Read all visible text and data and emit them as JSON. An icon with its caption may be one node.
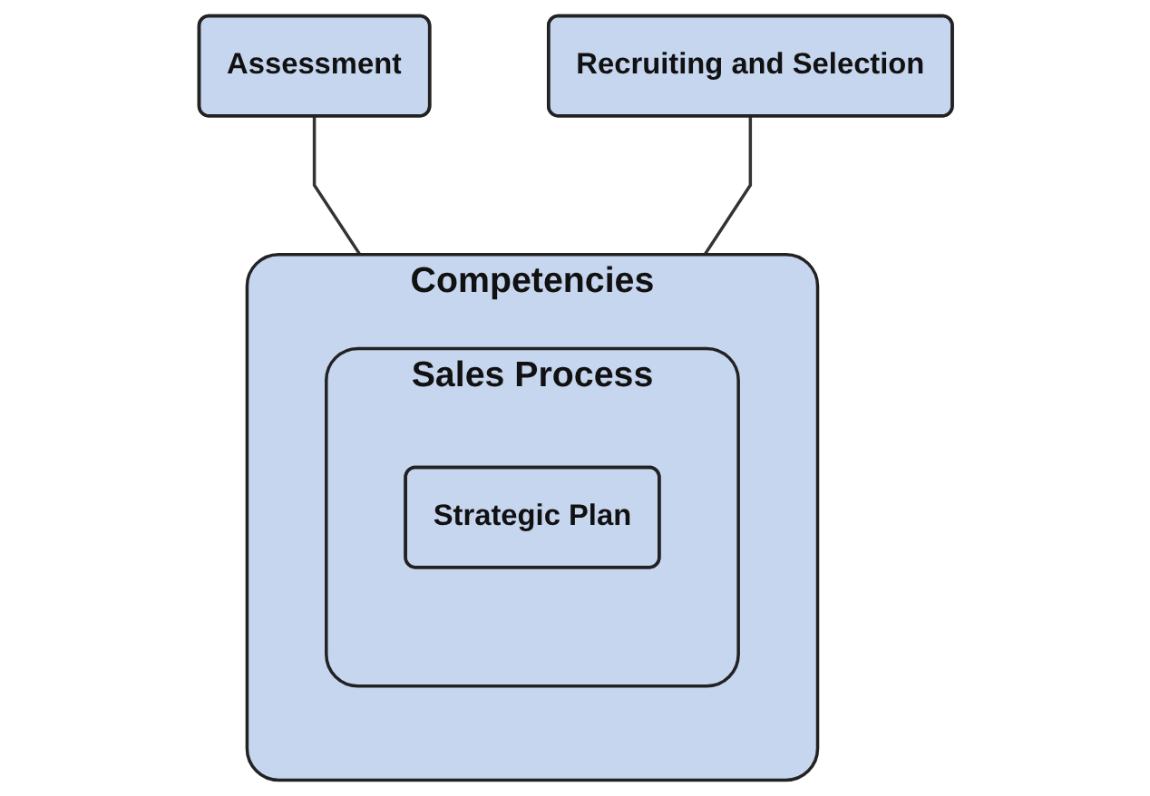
{
  "diagram": {
    "nodes": [
      {
        "text": [
          "Assessment"
        ]
      },
      {
        "text": [
          "Recruiting and Selection"
        ]
      },
      {
        "text": [
          "Competencies"
        ]
      },
      {
        "text": [
          "Sales Process"
        ],
        "in": 2
      },
      {
        "text": [
          "Strategic Plan"
        ],
        "in": 3
      }
    ],
    "edges": [
      {
        "from": 0,
        "to": 2,
        "arrow": "none"
      },
      {
        "from": 1,
        "to": 2,
        "arrow": "none"
      }
    ]
  }
}
